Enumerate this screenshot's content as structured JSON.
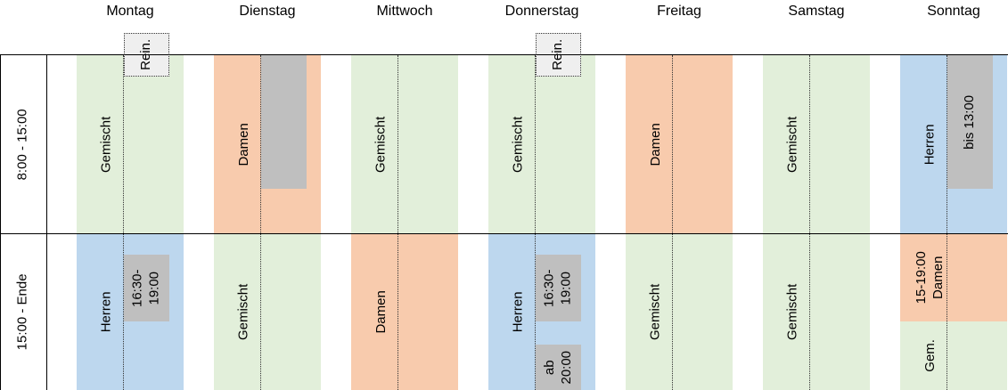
{
  "colors": {
    "gemischt": "#e2efda",
    "damen": "#f8cbad",
    "herren": "#bdd7ee",
    "note_grey": "#bfbfbf",
    "rein_bg": "#efefef"
  },
  "days": [
    "Montag",
    "Dienstag",
    "Mittwoch",
    "Donnerstag",
    "Freitag",
    "Samstag",
    "Sonntag"
  ],
  "time_slots": [
    "8:00 - 15:00",
    "15:00 - Ende"
  ],
  "morning": {
    "monday": {
      "label": "Gemischt",
      "note": "Rein."
    },
    "tuesday": {
      "label": "Damen"
    },
    "wednesday": {
      "label": "Gemischt"
    },
    "thursday": {
      "label": "Gemischt",
      "note": "Rein."
    },
    "friday": {
      "label": "Damen"
    },
    "saturday": {
      "label": "Gemischt"
    },
    "sunday": {
      "label": "Herren",
      "note": "bis 13:00"
    }
  },
  "afternoon": {
    "monday": {
      "label": "Herren",
      "note": "16:30-\n19:00"
    },
    "tuesday": {
      "label": "Gemischt"
    },
    "wednesday": {
      "label": "Damen"
    },
    "thursday": {
      "label": "Herren",
      "note": "16:30-\n19:00",
      "note2": "ab\n20:00"
    },
    "friday": {
      "label": "Gemischt"
    },
    "saturday": {
      "label": "Gemischt"
    },
    "sunday": {
      "label": "15-19:00\nDamen",
      "label2": "Gem."
    }
  }
}
